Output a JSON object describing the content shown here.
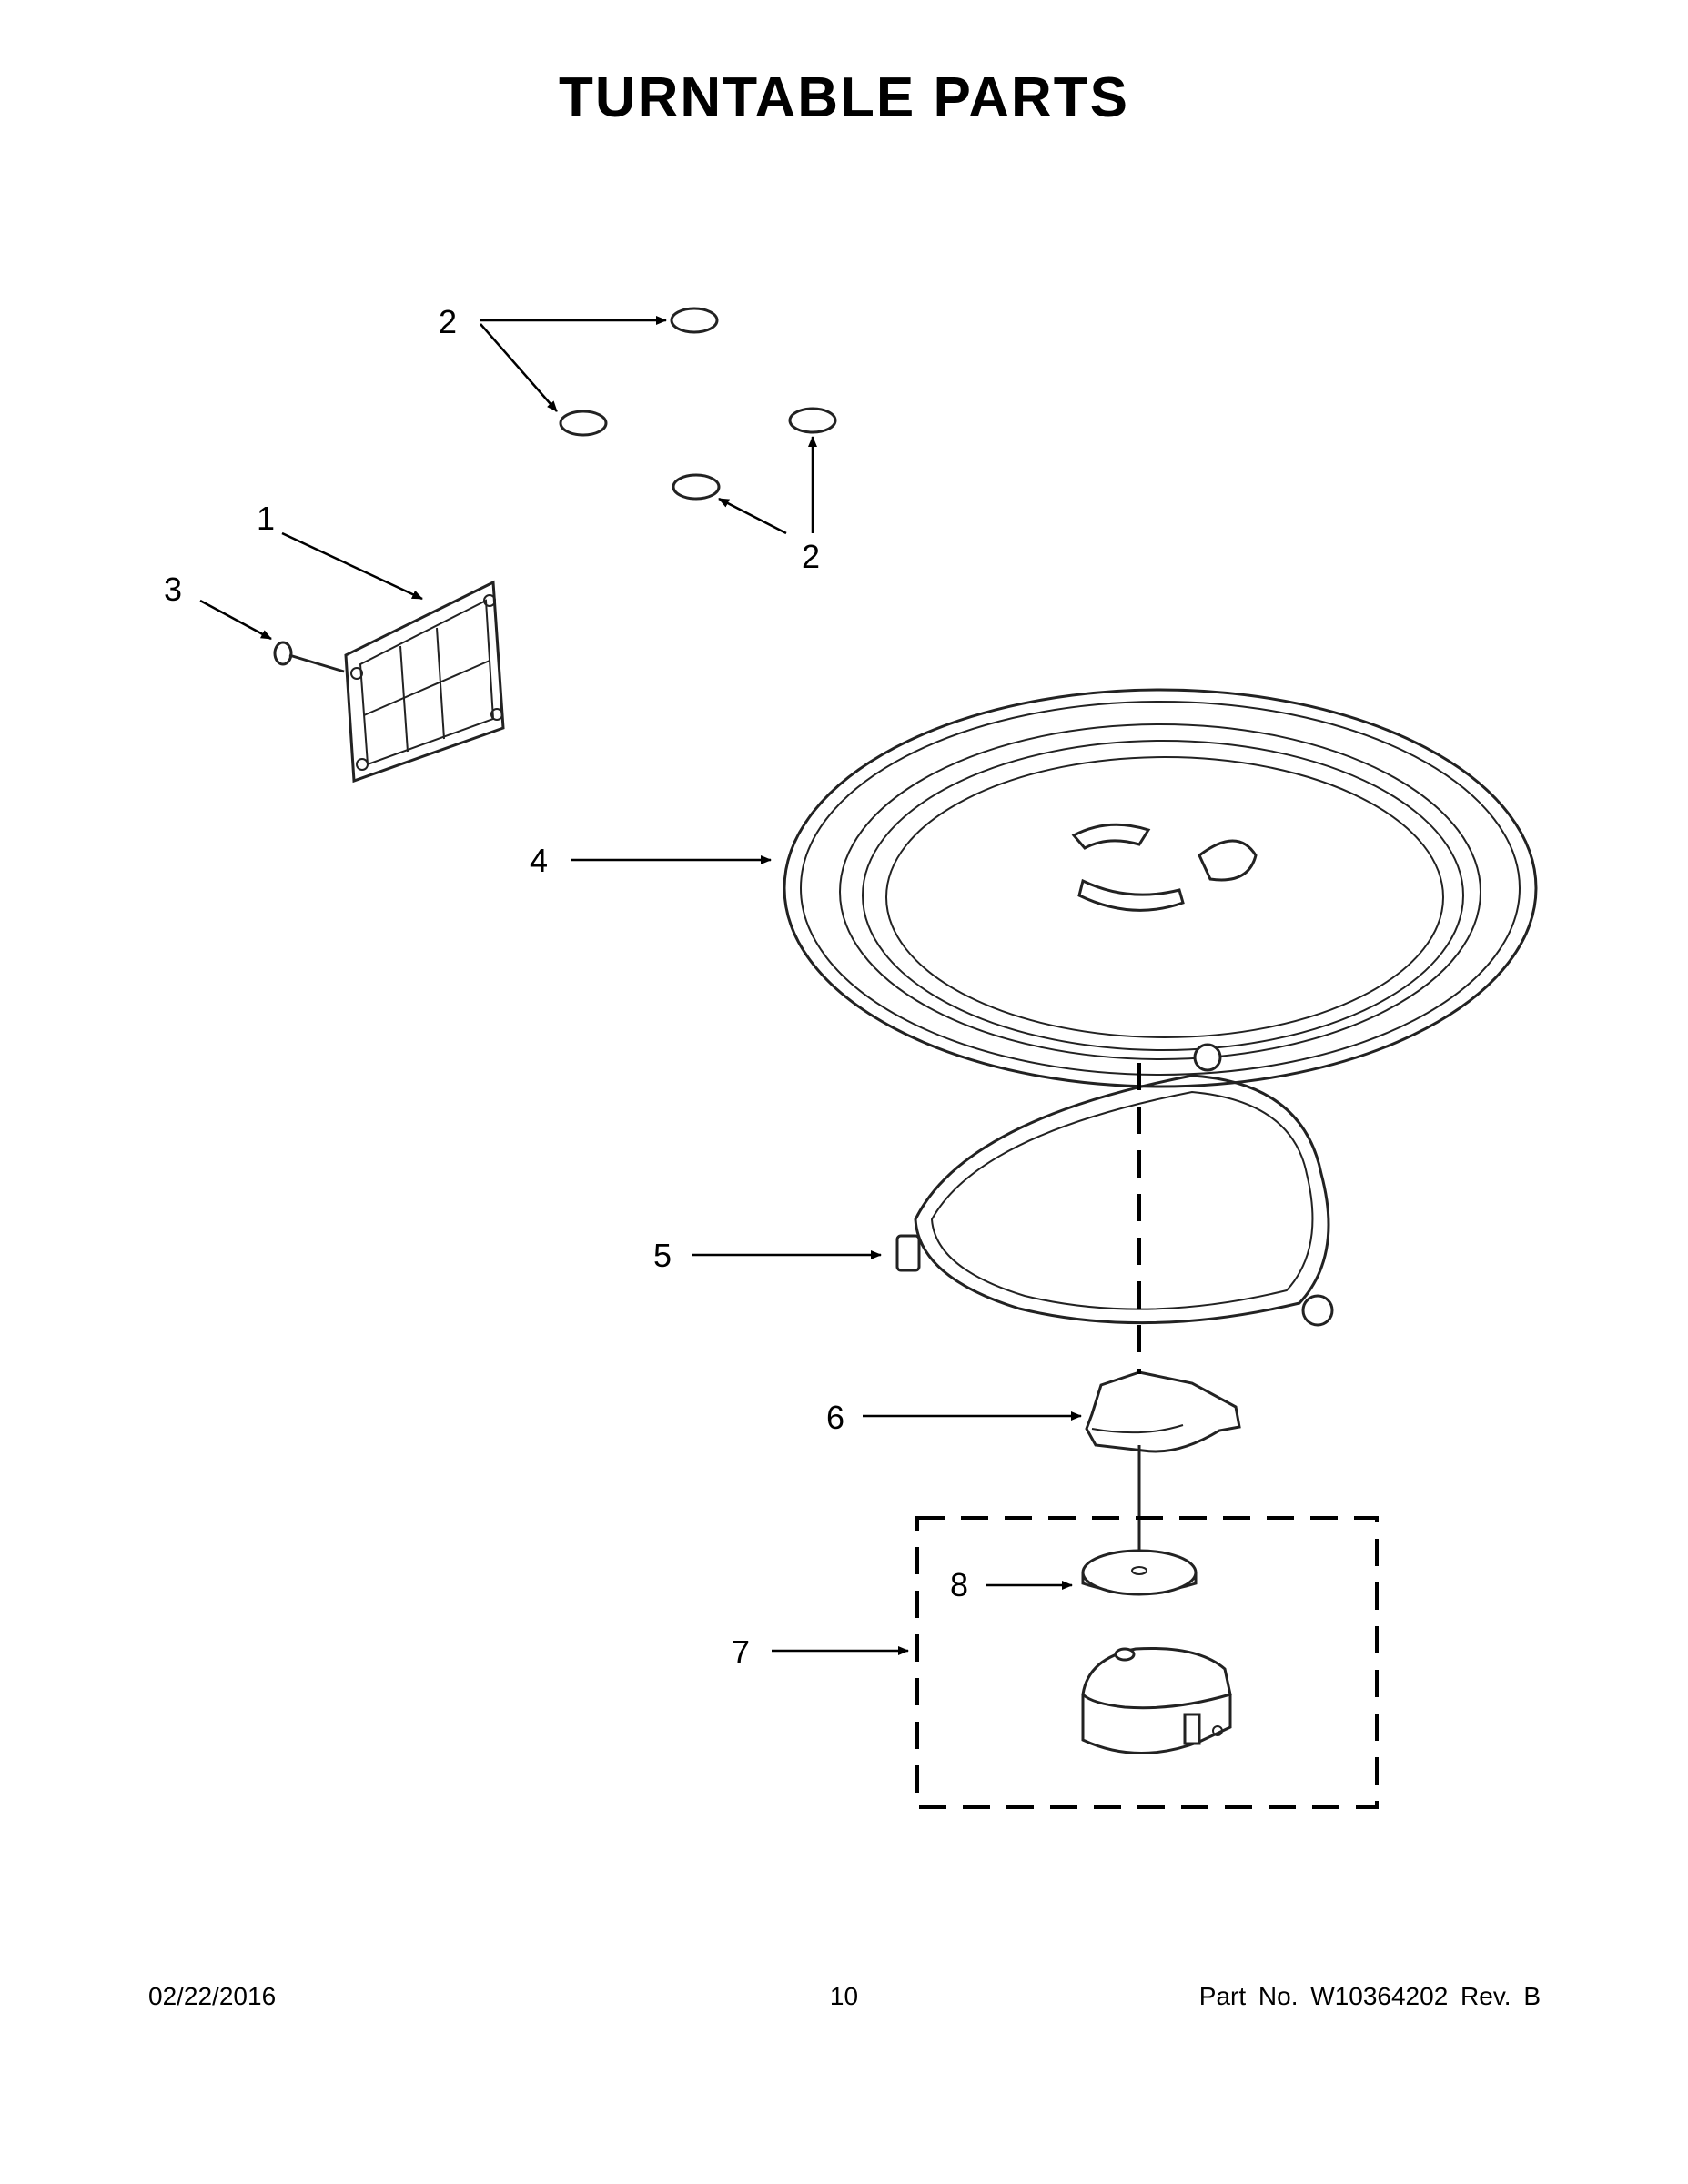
{
  "page": {
    "title": "TURNTABLE PARTS"
  },
  "callouts": [
    "1",
    "2",
    "2",
    "3",
    "4",
    "5",
    "6",
    "7",
    "8"
  ],
  "footer": {
    "date": "02/22/2016",
    "page_number": "10",
    "part_info": "Part No.  W10364202  Rev.  B"
  }
}
